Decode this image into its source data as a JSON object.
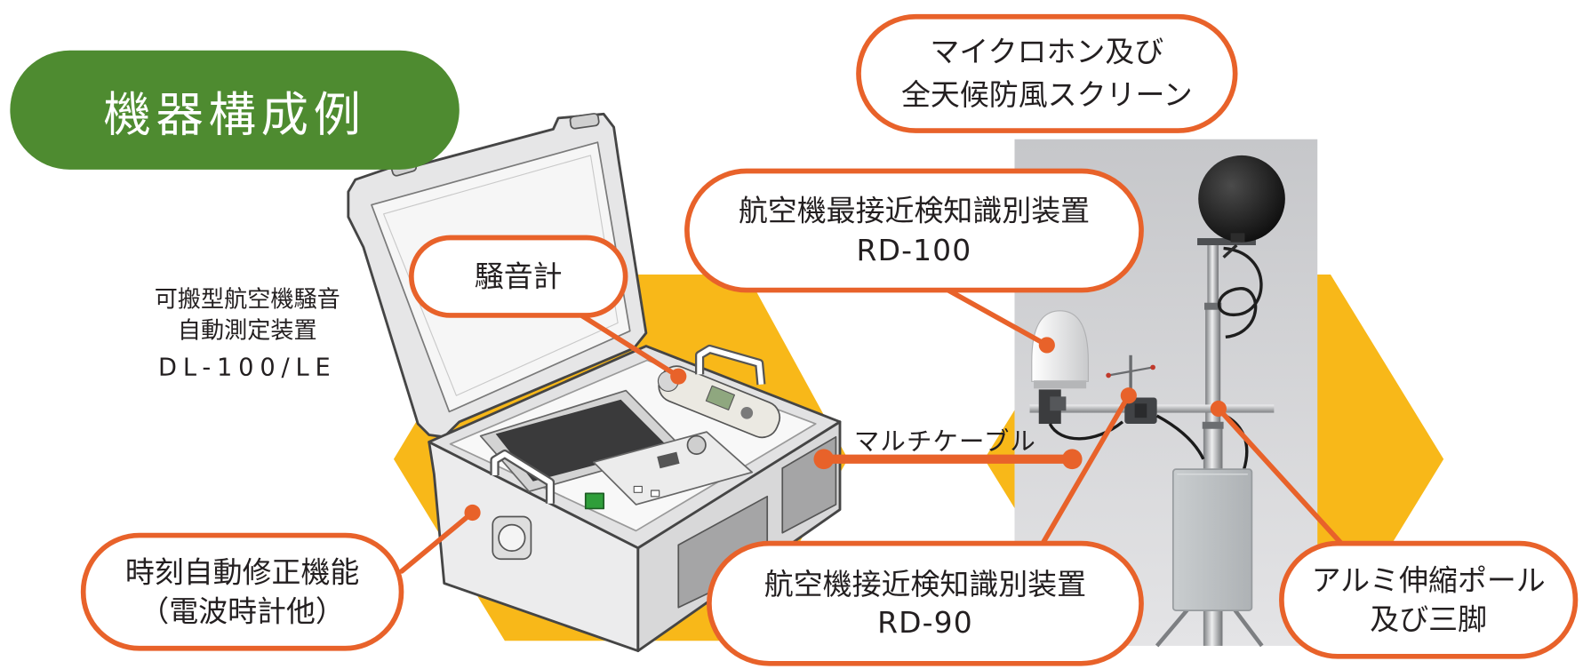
{
  "title": "機器構成例",
  "device": {
    "name_line1": "可搬型航空機騒音",
    "name_line2": "自動測定装置",
    "model": "DL-100/LE"
  },
  "callouts": {
    "microphone": {
      "line1": "マイクロホン及び",
      "line2": "全天候防風スクリーン"
    },
    "rd100": {
      "line1": "航空機最接近検知識別装置",
      "line2": "RD-100"
    },
    "sound_level_meter": {
      "line1": "騒音計"
    },
    "radio_clock": {
      "line1": "時刻自動修正機能",
      "line2": "（電波時計他）"
    },
    "rd90": {
      "line1": "航空機接近検知識別装置",
      "line2": "RD-90"
    },
    "pole": {
      "line1": "アルミ伸縮ポール",
      "line2": "及び三脚"
    }
  },
  "cable_label": "マルチケーブル",
  "colors": {
    "accent": "#e8622a",
    "title_bg": "#4e8b30",
    "hexagon": "#f8b819",
    "ink": "#231f20"
  }
}
